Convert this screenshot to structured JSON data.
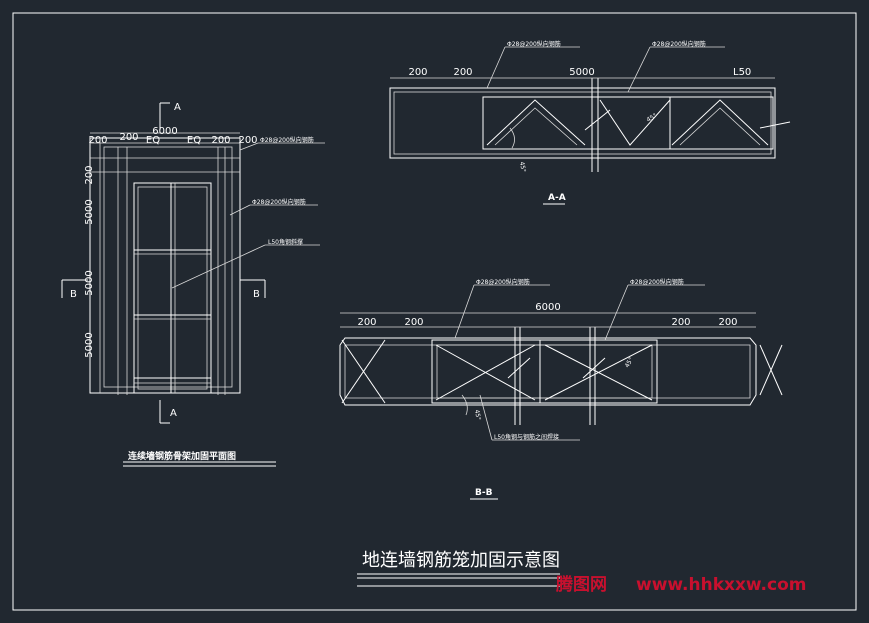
{
  "title": "地连墙钢筋笼加固示意图",
  "watermark": {
    "brand": "腾图网",
    "url": "www.hhkxxw.com"
  },
  "plan": {
    "caption": "连续墙钢筋骨架加固平面图",
    "section_a": "A",
    "section_b": "B",
    "dims": {
      "d200": "200",
      "eq": "EQ",
      "d6000": "6000",
      "d5000": "5000"
    },
    "labels": {
      "rebar_top": "Φ28@200纵向钢筋",
      "rebar_side": "Φ28@200纵向钢筋",
      "angle": "L50角钢斜撑"
    }
  },
  "section_aa": {
    "caption": "A-A",
    "dims": {
      "d200": "200",
      "d5000": "5000",
      "l50": "L50"
    },
    "labels": {
      "rebar1": "Φ28@200纵向钢筋",
      "rebar2": "Φ28@200纵向钢筋"
    },
    "angle45": "45°",
    "angle_b": "45°"
  },
  "section_bb": {
    "caption": "B-B",
    "dims": {
      "d200": "200",
      "d6000": "6000"
    },
    "labels": {
      "rebar1": "Φ28@200纵向钢筋",
      "rebar2": "Φ28@200纵向钢筋",
      "note": "L50角钢与钢筋之间焊接"
    },
    "angle45": "45°",
    "angle_b": "45°"
  }
}
